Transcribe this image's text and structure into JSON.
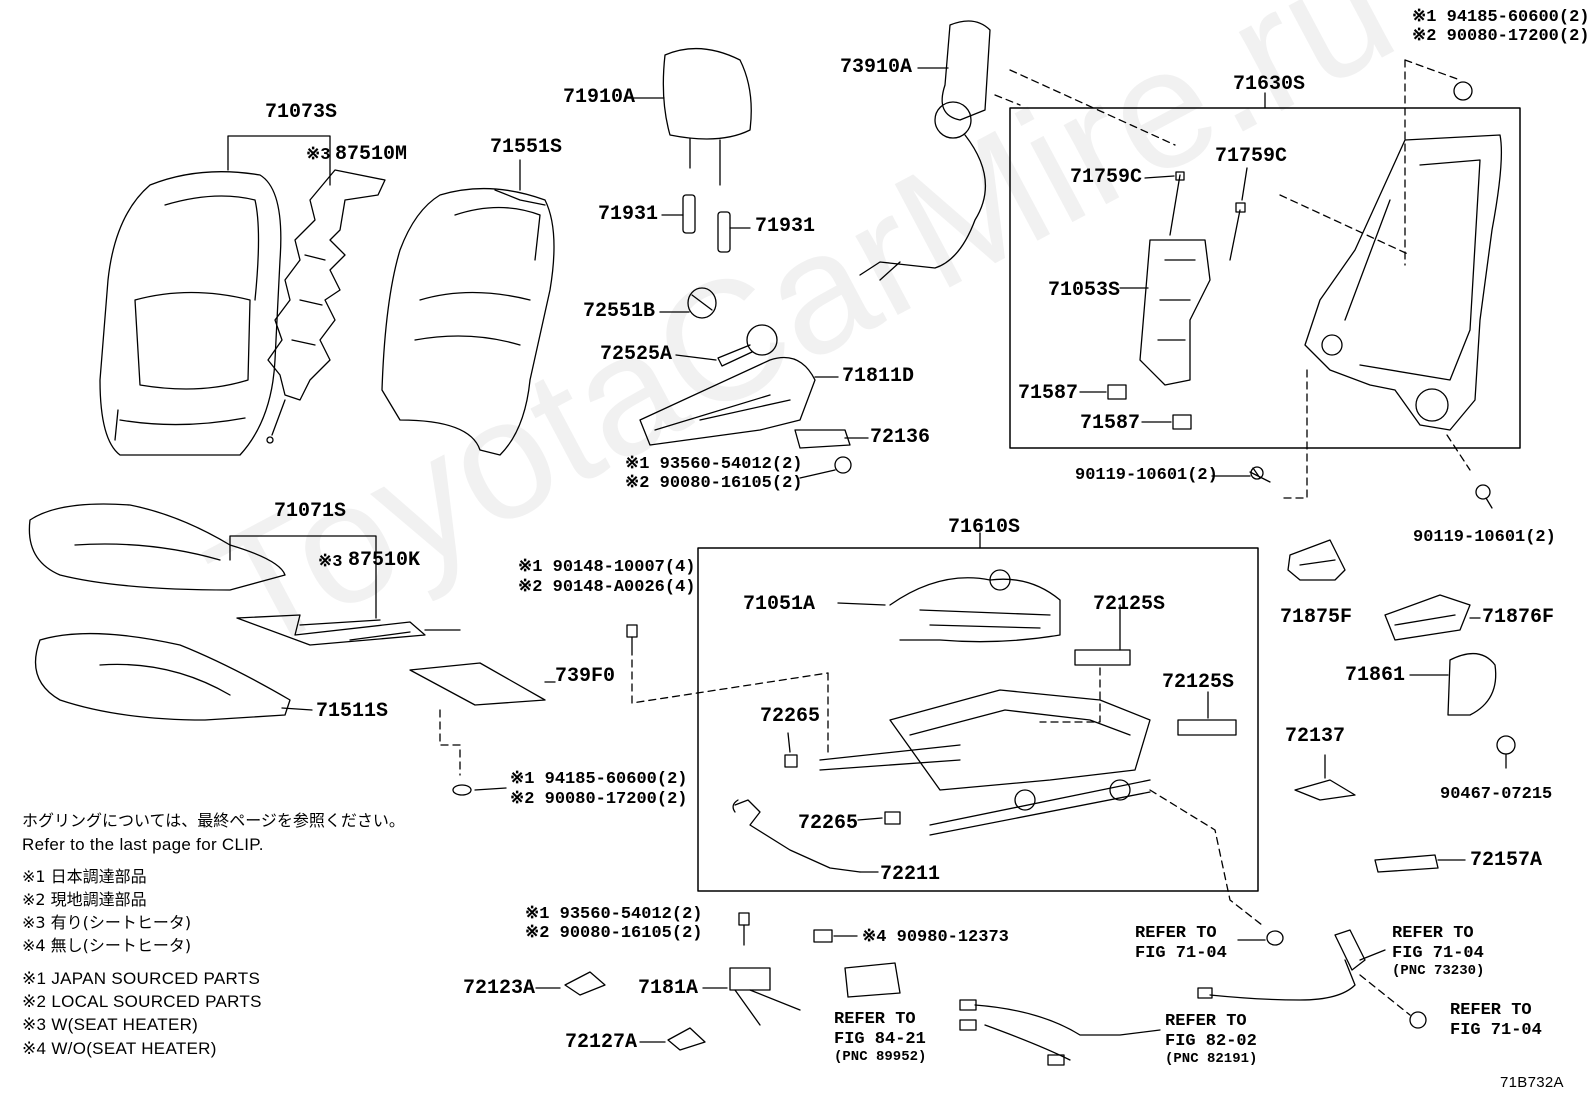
{
  "diagram_id": "71B732A",
  "watermark": "ToyotaCarMire.ru",
  "parts": {
    "p71073S": "71073S",
    "p87510M": "87510M",
    "p71551S": "71551S",
    "p71910A": "71910A",
    "p71931a": "71931",
    "p71931b": "71931",
    "p72551B": "72551B",
    "p72525A": "72525A",
    "p71811D": "71811D",
    "p72136": "72136",
    "p73910A": "73910A",
    "p71630S": "71630S",
    "p71759Ca": "71759C",
    "p71759Cb": "71759C",
    "p71053S": "71053S",
    "p71587a": "71587",
    "p71587b": "71587",
    "p71071S": "71071S",
    "p87510K": "87510K",
    "p739F0": "739F0",
    "p71511S": "71511S",
    "p71610S": "71610S",
    "p71051A": "71051A",
    "p72125Sa": "72125S",
    "p72125Sb": "72125S",
    "p72265a": "72265",
    "p72265b": "72265",
    "p72211": "72211",
    "p71875F": "71875F",
    "p71876F": "71876F",
    "p71861": "71861",
    "p72137": "72137",
    "p90467": "90467-07215",
    "p72157A": "72157A",
    "p72123A": "72123A",
    "p7181A": "7181A",
    "p72127A": "72127A",
    "p90119a": "90119-10601(2)",
    "p90119b": "90119-10601(2)"
  },
  "sourced_pairs": {
    "top_right": [
      "※1 94185-60600(2)",
      "※2 90080-17200(2)"
    ],
    "mid_bolt": [
      "※1 93560-54012(2)",
      "※2 90080-16105(2)"
    ],
    "left_bolt": [
      "※1 90148-10007(4)",
      "※2 90148-A0026(4)"
    ],
    "nut_739F0": [
      "※1 94185-60600(2)",
      "※2 90080-17200(2)"
    ],
    "bottom_bolt": [
      "※1 93560-54012(2)",
      "※2 90080-16105(2)"
    ]
  },
  "heater_marks": {
    "m87510M": "※3",
    "m87510K": "※3",
    "m90980": "※4 90980-12373"
  },
  "refer": {
    "r1_line1": "REFER TO",
    "r1_line2": "FIG 71-04",
    "r2_line1": "REFER TO",
    "r2_line2": "FIG 71-04",
    "r2_line3": "(PNC 73230)",
    "r3_line1": "REFER TO",
    "r3_line2": "FIG 71-04",
    "r4_line1": "REFER TO",
    "r4_line2": "FIG 84-21",
    "r4_line3": "(PNC 89952)",
    "r5_line1": "REFER TO",
    "r5_line2": "FIG 82-02",
    "r5_line3": "(PNC 82191)"
  },
  "notes": {
    "jp_clip": "ホグリングについては、最終ページを参照ください。",
    "en_clip": "Refer to the last page for CLIP.",
    "jp1": "※1 日本調達部品",
    "jp2": "※2 現地調達部品",
    "jp3": "※3 有り(シートヒータ)",
    "jp4": "※4 無し(シートヒータ)",
    "en1": "※1 JAPAN SOURCED PARTS",
    "en2": "※2 LOCAL SOURCED PARTS",
    "en3": "※3 W(SEAT HEATER)",
    "en4": "※4 W/O(SEAT HEATER)"
  }
}
